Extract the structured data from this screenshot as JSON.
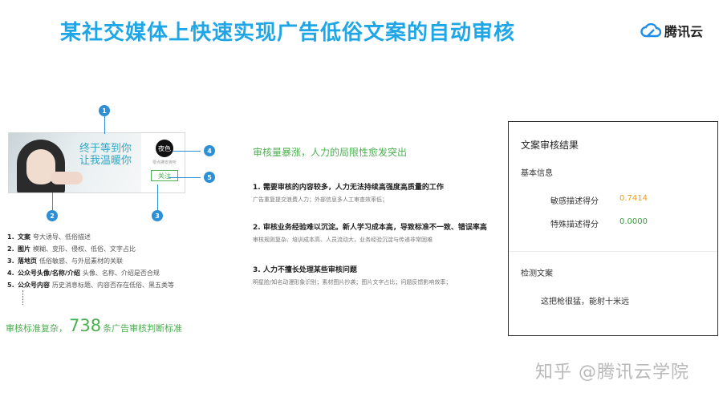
{
  "title": "某社交媒体上快速实现广告低俗文案的自动审核",
  "logo": {
    "text": "腾讯云",
    "icon": "cloud-icon",
    "color": "#1f8ee8"
  },
  "banner": {
    "text_line1": "终于等到你",
    "text_line2": "让我温暖你",
    "account_name": "夜色",
    "account_sub": "零点拂安夜听",
    "follow_label": "关注"
  },
  "markers": [
    "1",
    "2",
    "3",
    "4",
    "5"
  ],
  "left_list": [
    {
      "num": "1.",
      "term": "文案",
      "desc": "夸大诱导、低俗描述"
    },
    {
      "num": "2.",
      "term": "图片",
      "desc": "模糊、变形、侵权、低俗、文字占比"
    },
    {
      "num": "3.",
      "term": "落地页",
      "desc": "低俗敏感、与外层素材的关联"
    },
    {
      "num": "4.",
      "term": "公众号头像/名称/介绍",
      "desc": "头像、名称、介绍是否合规"
    },
    {
      "num": "5.",
      "term": "公众号内容",
      "desc": "历史消息标题、内容否存在低俗、黑五类等"
    }
  ],
  "standard": {
    "prefix": "审核标准复杂，",
    "number": "738",
    "suffix": "条广告审核判断标准"
  },
  "middle": {
    "headline": "审核量暴涨，人力的局限性愈发突出",
    "items": [
      {
        "title": "1. 需要审核的内容较多，人力无法持续高强度高质量的工作",
        "desc": "广告重复提交浪费人力；外部信息多人工审查效率低；"
      },
      {
        "title": "2. 审核业务经验难以沉淀。新人学习成本高，导致标准不一致、错误率高",
        "desc": "审核规则复杂、培训成本高、人员流动大，业务经验沉淀与传递非常困难"
      },
      {
        "title": "3. 人力不擅长处理某些审核问题",
        "desc": "明星脸/知名动漫形象识别；素材图片抄袭；图片文字占比；问题反馈影响效率；"
      }
    ]
  },
  "result": {
    "title": "文案审核结果",
    "section_basic": "基本信息",
    "rows": [
      {
        "label": "敏感描述得分",
        "value": "0.7414",
        "color": "#e8a020"
      },
      {
        "label": "特殊描述得分",
        "value": "0.0000",
        "color": "#3a9a3a"
      }
    ],
    "section_detect": "检测文案",
    "detected_text": "这把枪很猛，能射十米远"
  },
  "watermark": "知乎 @腾讯云学院",
  "colors": {
    "title": "#1fa6e6",
    "accent_green": "#4caf50",
    "marker_blue": "#2d8fd5"
  }
}
